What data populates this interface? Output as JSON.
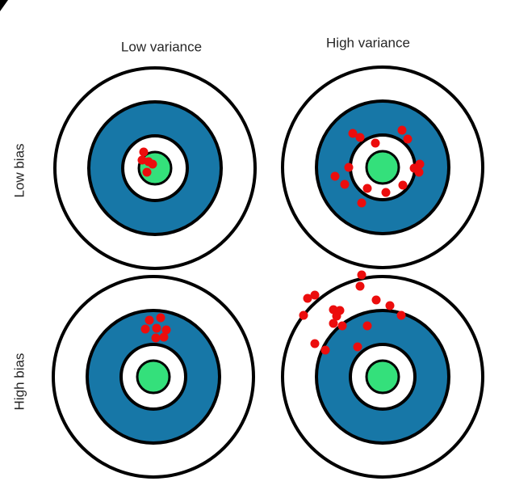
{
  "colors": {
    "background": "#ffffff",
    "ring_blue": "#1777a7",
    "bullseye_green": "#34e07b",
    "dot_red": "#ec0d0d",
    "stroke_black": "#000000",
    "label_text": "#262626"
  },
  "labels": {
    "column_low_variance": "Low variance",
    "column_high_variance": "High variance",
    "row_low_bias": "Low bias",
    "row_high_bias": "High bias"
  },
  "chart_data": {
    "type": "scatter",
    "title": "",
    "columns": [
      "Low variance",
      "High variance"
    ],
    "rows": [
      "Low bias",
      "High bias"
    ],
    "legend": "none",
    "ring_radii": [
      124,
      82,
      40,
      20
    ],
    "ring_fills": [
      "#ffffff",
      "#1777a7",
      "#ffffff",
      "#34e07b"
    ],
    "ring_stroke_widths": [
      4,
      4,
      4,
      3
    ],
    "stroke_color": "#000000",
    "dot_color": "#ec0d0d",
    "dot_radius": 5.5,
    "label_positions": {
      "column_low_variance": [
        200,
        58
      ],
      "column_high_variance": [
        456,
        53
      ],
      "row_low_bias": [
        24,
        211
      ],
      "row_high_bias": [
        24,
        472
      ]
    },
    "targets": [
      {
        "name": "low-bias-low-variance",
        "row": "Low bias",
        "col": "Low variance",
        "center": [
          192,
          208
        ],
        "dots": [
          [
            178,
            188
          ],
          [
            176,
            198
          ],
          [
            184,
            200
          ],
          [
            189,
            203
          ],
          [
            182,
            213
          ]
        ]
      },
      {
        "name": "low-bias-high-variance",
        "row": "Low bias",
        "col": "High variance",
        "center": [
          474,
          207
        ],
        "dots": [
          [
            437,
            165
          ],
          [
            446,
            170
          ],
          [
            465,
            177
          ],
          [
            498,
            161
          ],
          [
            505,
            172
          ],
          [
            432,
            207
          ],
          [
            415,
            218
          ],
          [
            427,
            228
          ],
          [
            520,
            203
          ],
          [
            513,
            208
          ],
          [
            519,
            213
          ],
          [
            499,
            229
          ],
          [
            455,
            233
          ],
          [
            478,
            238
          ],
          [
            448,
            251
          ]
        ]
      },
      {
        "name": "high-bias-low-variance",
        "row": "High bias",
        "col": "Low variance",
        "center": [
          190,
          466
        ],
        "dots": [
          [
            185,
            396
          ],
          [
            199,
            393
          ],
          [
            180,
            407
          ],
          [
            194,
            406
          ],
          [
            206,
            408
          ],
          [
            193,
            418
          ],
          [
            203,
            417
          ]
        ]
      },
      {
        "name": "high-bias-high-variance",
        "row": "High bias",
        "col": "High variance",
        "center": [
          474,
          466
        ],
        "dots": [
          [
            448,
            340
          ],
          [
            446,
            354
          ],
          [
            390,
            365
          ],
          [
            381,
            369
          ],
          [
            466,
            371
          ],
          [
            483,
            378
          ],
          [
            497,
            390
          ],
          [
            413,
            383
          ],
          [
            421,
            384
          ],
          [
            417,
            391
          ],
          [
            376,
            390
          ],
          [
            413,
            400
          ],
          [
            424,
            403
          ],
          [
            455,
            403
          ],
          [
            390,
            425
          ],
          [
            403,
            433
          ],
          [
            443,
            429
          ]
        ]
      }
    ]
  }
}
